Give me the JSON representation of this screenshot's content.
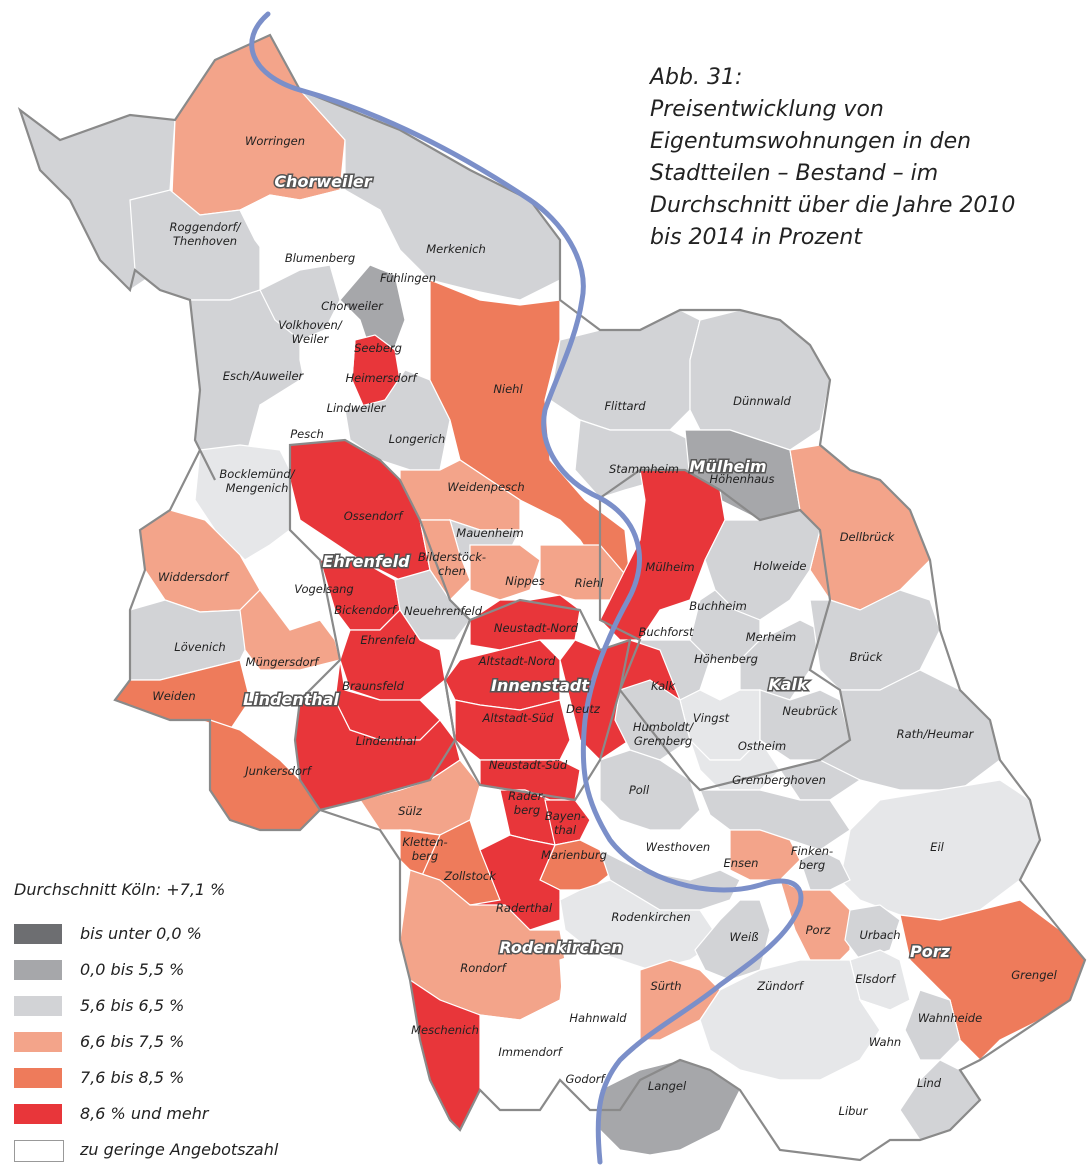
{
  "title": "Abb. 31:\nPreisentwicklung von\nEigentumswohnungen in den\nStadtteilen – Bestand – im\nDurchschnitt über die Jahre 2010\nbis 2014 in Prozent",
  "average_label": "Durchschnitt Köln: +7,1 %",
  "colors": {
    "c0": "#6d6e71",
    "c1": "#a6a7aa",
    "c2": "#d2d3d6",
    "c3": "#f3a48a",
    "c4": "#ee7b5b",
    "c5": "#e8363a",
    "c6": "#ffffff",
    "light": "#e6e7e9",
    "river": "#7b8fc9"
  },
  "legend": [
    {
      "label": "bis unter 0,0 %",
      "color": "#6d6e71"
    },
    {
      "label": "0,0 bis 5,5 %",
      "color": "#a6a7aa"
    },
    {
      "label": "5,6 bis 6,5 %",
      "color": "#d2d3d6"
    },
    {
      "label": "6,6 bis 7,5 %",
      "color": "#f3a48a"
    },
    {
      "label": "7,6 bis 8,5 %",
      "color": "#ee7b5b"
    },
    {
      "label": "8,6 % und mehr",
      "color": "#e8363a"
    },
    {
      "label": "zu geringe Angebotszahl",
      "color": "#ffffff"
    }
  ],
  "boroughs": [
    "Chorweiler",
    "Mülheim",
    "Ehrenfeld",
    "Innenstadt",
    "Lindenthal",
    "Kalk",
    "Rodenkirchen",
    "Porz"
  ],
  "districts": [
    {
      "name": "Worringen",
      "lines": [
        "Worringen"
      ]
    },
    {
      "name": "Roggendorf/Thenhoven",
      "lines": [
        "Roggendorf/",
        "Thenhoven"
      ]
    },
    {
      "name": "Blumenberg",
      "lines": [
        "Blumenberg"
      ]
    },
    {
      "name": "Merkenich",
      "lines": [
        "Merkenich"
      ]
    },
    {
      "name": "Fühlingen",
      "lines": [
        "Fühlingen"
      ]
    },
    {
      "name": "Chorweiler",
      "lines": [
        "Chorweiler"
      ]
    },
    {
      "name": "Volkhoven/Weiler",
      "lines": [
        "Volkhoven/",
        "Weiler"
      ]
    },
    {
      "name": "Seeberg",
      "lines": [
        "Seeberg"
      ]
    },
    {
      "name": "Esch/Auweiler",
      "lines": [
        "Esch/Auweiler"
      ]
    },
    {
      "name": "Heimersdorf",
      "lines": [
        "Heimersdorf"
      ]
    },
    {
      "name": "Lindweiler",
      "lines": [
        "Lindweiler"
      ]
    },
    {
      "name": "Niehl",
      "lines": [
        "Niehl"
      ]
    },
    {
      "name": "Flittard",
      "lines": [
        "Flittard"
      ]
    },
    {
      "name": "Dünnwald",
      "lines": [
        "Dünnwald"
      ]
    },
    {
      "name": "Pesch",
      "lines": [
        "Pesch"
      ]
    },
    {
      "name": "Longerich",
      "lines": [
        "Longerich"
      ]
    },
    {
      "name": "Stammheim",
      "lines": [
        "Stammheim"
      ]
    },
    {
      "name": "Bocklemünd/Mengenich",
      "lines": [
        "Bocklemünd/",
        "Mengenich"
      ]
    },
    {
      "name": "Weidenpesch",
      "lines": [
        "Weidenpesch"
      ]
    },
    {
      "name": "Höhenhaus",
      "lines": [
        "Höhenhaus"
      ]
    },
    {
      "name": "Ossendorf",
      "lines": [
        "Ossendorf"
      ]
    },
    {
      "name": "Mauenheim",
      "lines": [
        "Mauenheim"
      ]
    },
    {
      "name": "Dellbrück",
      "lines": [
        "Dellbrück"
      ]
    },
    {
      "name": "Bilderstöckchen",
      "lines": [
        "Bilderstöck-",
        "chen"
      ]
    },
    {
      "name": "Nippes",
      "lines": [
        "Nippes"
      ]
    },
    {
      "name": "Riehl",
      "lines": [
        "Riehl"
      ]
    },
    {
      "name": "Mülheim",
      "lines": [
        "Mülheim"
      ]
    },
    {
      "name": "Holweide",
      "lines": [
        "Holweide"
      ]
    },
    {
      "name": "Widdersdorf",
      "lines": [
        "Widdersdorf"
      ]
    },
    {
      "name": "Vogelsang",
      "lines": [
        "Vogelsang"
      ]
    },
    {
      "name": "Bickendorf",
      "lines": [
        "Bickendorf"
      ]
    },
    {
      "name": "Neuehrenfeld",
      "lines": [
        "Neuehrenfeld"
      ]
    },
    {
      "name": "Buchheim",
      "lines": [
        "Buchheim"
      ]
    },
    {
      "name": "Lövenich",
      "lines": [
        "Lövenich"
      ]
    },
    {
      "name": "Ehrenfeld",
      "lines": [
        "Ehrenfeld"
      ]
    },
    {
      "name": "Neustadt-Nord",
      "lines": [
        "Neustadt-Nord"
      ]
    },
    {
      "name": "Buchforst",
      "lines": [
        "Buchforst"
      ]
    },
    {
      "name": "Merheim",
      "lines": [
        "Merheim"
      ]
    },
    {
      "name": "Brück",
      "lines": [
        "Brück"
      ]
    },
    {
      "name": "Müngersdorf",
      "lines": [
        "Müngersdorf"
      ]
    },
    {
      "name": "Altstadt-Nord",
      "lines": [
        "Altstadt-Nord"
      ]
    },
    {
      "name": "Höhenberg",
      "lines": [
        "Höhenberg"
      ]
    },
    {
      "name": "Weiden",
      "lines": [
        "Weiden"
      ]
    },
    {
      "name": "Braunsfeld",
      "lines": [
        "Braunsfeld"
      ]
    },
    {
      "name": "Kalk",
      "lines": [
        "Kalk"
      ]
    },
    {
      "name": "Deutz",
      "lines": [
        "Deutz"
      ]
    },
    {
      "name": "Humboldt/Gremberg",
      "lines": [
        "Humboldt/",
        "Gremberg"
      ]
    },
    {
      "name": "Neubrück",
      "lines": [
        "Neubrück"
      ]
    },
    {
      "name": "Altstadt-Süd",
      "lines": [
        "Altstadt-Süd"
      ]
    },
    {
      "name": "Vingst",
      "lines": [
        "Vingst"
      ]
    },
    {
      "name": "Lindenthal",
      "lines": [
        "Lindenthal"
      ]
    },
    {
      "name": "Rath/Heumar",
      "lines": [
        "Rath/Heumar"
      ]
    },
    {
      "name": "Ostheim",
      "lines": [
        "Ostheim"
      ]
    },
    {
      "name": "Neustadt-Süd",
      "lines": [
        "Neustadt-Süd"
      ]
    },
    {
      "name": "Junkersdorf",
      "lines": [
        "Junkersdorf"
      ]
    },
    {
      "name": "Poll",
      "lines": [
        "Poll"
      ]
    },
    {
      "name": "Gremberghoven",
      "lines": [
        "Gremberghoven"
      ]
    },
    {
      "name": "Raderberg",
      "lines": [
        "Rader-",
        "berg"
      ]
    },
    {
      "name": "Sülz",
      "lines": [
        "Sülz"
      ]
    },
    {
      "name": "Bayenthal",
      "lines": [
        "Bayen-",
        "thal"
      ]
    },
    {
      "name": "Klettenberg",
      "lines": [
        "Kletten-",
        "berg"
      ]
    },
    {
      "name": "Marienburg",
      "lines": [
        "Marienburg"
      ]
    },
    {
      "name": "Westhoven",
      "lines": [
        "Westhoven"
      ]
    },
    {
      "name": "Eil",
      "lines": [
        "Eil"
      ]
    },
    {
      "name": "Ensen",
      "lines": [
        "Ensen"
      ]
    },
    {
      "name": "Finkenberg",
      "lines": [
        "Finken-",
        "berg"
      ]
    },
    {
      "name": "Zollstock",
      "lines": [
        "Zollstock"
      ]
    },
    {
      "name": "Raderthal",
      "lines": [
        "Raderthal"
      ]
    },
    {
      "name": "Rodenkirchen",
      "lines": [
        "Rodenkirchen"
      ]
    },
    {
      "name": "Weiß",
      "lines": [
        "Weiß"
      ]
    },
    {
      "name": "Porz",
      "lines": [
        "Porz"
      ]
    },
    {
      "name": "Urbach",
      "lines": [
        "Urbach"
      ]
    },
    {
      "name": "Grengel",
      "lines": [
        "Grengel"
      ]
    },
    {
      "name": "Elsdorf",
      "lines": [
        "Elsdorf"
      ]
    },
    {
      "name": "Rondorf",
      "lines": [
        "Rondorf"
      ]
    },
    {
      "name": "Sürth",
      "lines": [
        "Sürth"
      ]
    },
    {
      "name": "Zündorf",
      "lines": [
        "Zündorf"
      ]
    },
    {
      "name": "Hahnwald",
      "lines": [
        "Hahnwald"
      ]
    },
    {
      "name": "Wahnheide",
      "lines": [
        "Wahnheide"
      ]
    },
    {
      "name": "Meschenich",
      "lines": [
        "Meschenich"
      ]
    },
    {
      "name": "Wahn",
      "lines": [
        "Wahn"
      ]
    },
    {
      "name": "Immendorf",
      "lines": [
        "Immendorf"
      ]
    },
    {
      "name": "Godorf",
      "lines": [
        "Godorf"
      ]
    },
    {
      "name": "Langel",
      "lines": [
        "Langel"
      ]
    },
    {
      "name": "Lind",
      "lines": [
        "Lind"
      ]
    },
    {
      "name": "Libur",
      "lines": [
        "Libur"
      ]
    }
  ]
}
